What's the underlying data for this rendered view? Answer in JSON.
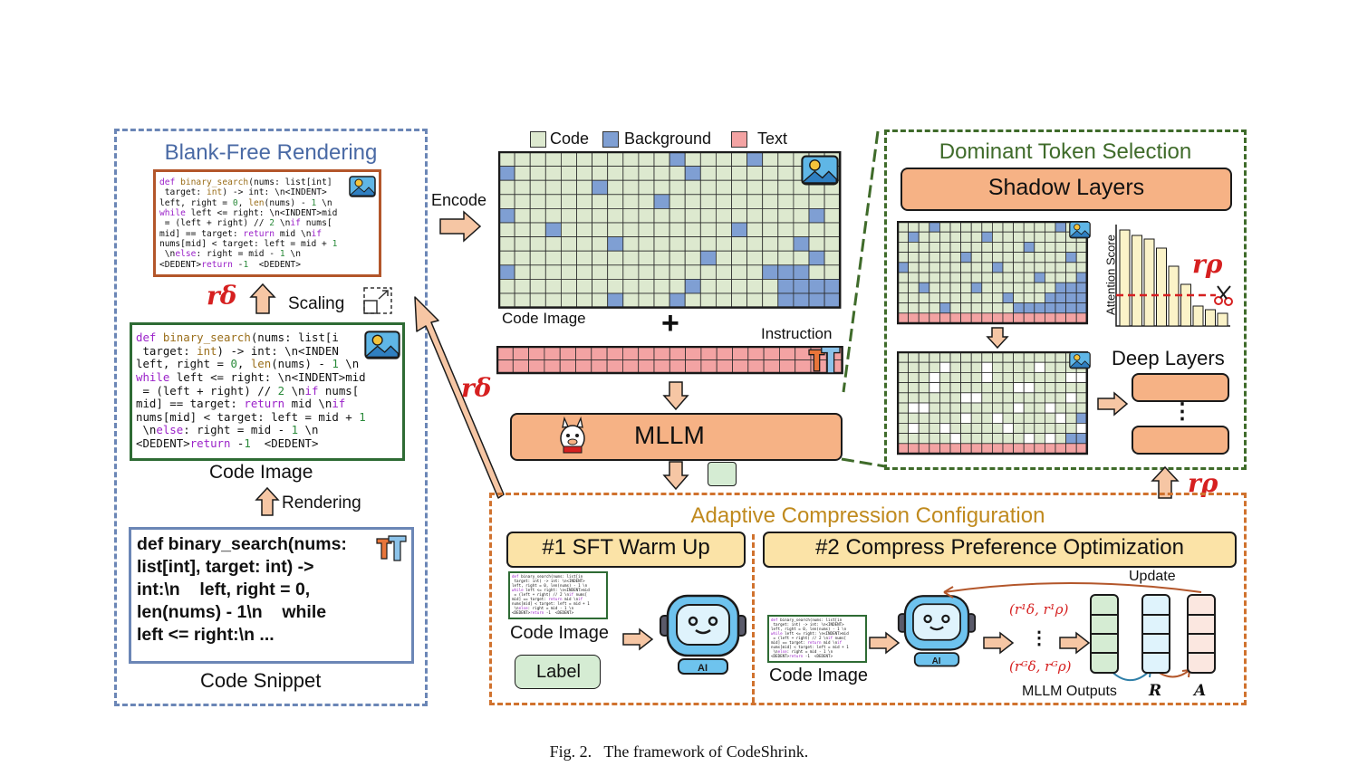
{
  "left": {
    "title": "Blank-Free Rendering",
    "scaling_label": "Scaling",
    "code_image_label": "Code Image",
    "rendering_label": "Rendering",
    "code_snippet_label": "Code Snippet",
    "snippet_lines": [
      "def binary_search(nums:",
      "list[int], target: int) ->",
      "int:\\n    left, right = 0,",
      "len(nums) - 1\\n    while",
      "left <= right:\\n ..."
    ],
    "r_delta": "rδ"
  },
  "middle": {
    "legend": {
      "code": "Code",
      "background": "Background",
      "text": "Text"
    },
    "encode_label": "Encode",
    "code_image_label": "Code Image",
    "plus": "+",
    "instruction_label": "Instruction",
    "mllm_label": "MLLM"
  },
  "right": {
    "title": "Dominant Token Selection",
    "shadow_layers": "Shadow Layers",
    "attention_axis": "Attention Score",
    "deep_layers": "Deep Layers",
    "dots": "⋮",
    "r_rho": "rρ"
  },
  "bottom": {
    "title": "Adaptive Compression Configuration",
    "sft_title": "#1 SFT Warm Up",
    "cpo_title": "#2 Compress Preference Optimization",
    "code_image_label": "Code Image",
    "label_box": "Label",
    "update_label": "Update",
    "mllm_outputs": "MLLM Outputs",
    "R": "R",
    "A": "A",
    "pair_top": "(r¹δ, r¹ρ)",
    "pair_dots": "⋮",
    "pair_bottom": "(rᴳδ, rᴳρ)",
    "r_rho": "rρ"
  },
  "caption": "Fig. 2.   The framework of CodeShrink.",
  "colors": {
    "code": "#dde9cf",
    "background": "#7f9fd3",
    "text": "#f3a3a3",
    "orange_fill": "#f6b285",
    "yellow_fill": "#fbe3a7",
    "green_fill": "#d5ecd3",
    "blue_dash": "#6b86b6",
    "orange_dash": "#d0722e",
    "green_dash": "#3f6b2a",
    "red": "#d62020"
  }
}
